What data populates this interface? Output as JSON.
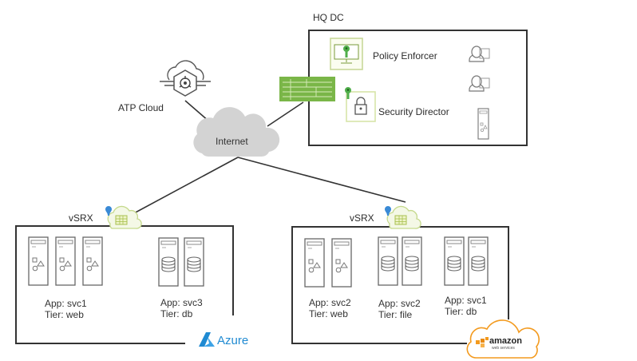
{
  "hq": {
    "title": "HQ DC",
    "policy_enforcer": "Policy Enforcer",
    "security_director": "Security Director",
    "icons": [
      "monitor-icon",
      "lock-icon",
      "user-icon",
      "user-icon",
      "server-icon",
      "firewall-icon"
    ]
  },
  "internet": {
    "label": "Internet"
  },
  "atp": {
    "label": "ATP Cloud",
    "icon": "biohazard-cloud-icon"
  },
  "azure_site": {
    "vsrx_label": "vSRX",
    "brand": "Azure",
    "groups": [
      {
        "app": "App: svc1",
        "tier": "Tier: web",
        "servers": 3,
        "server_type": "app"
      },
      {
        "app": "App: svc3",
        "tier": "Tier: db",
        "servers": 2,
        "server_type": "db"
      }
    ]
  },
  "aws_site": {
    "vsrx_label": "vSRX",
    "brand": "amazon",
    "brand_sub": "web services",
    "groups": [
      {
        "app": "App: svc2",
        "tier": "Tier: web",
        "servers": 2,
        "server_type": "app"
      },
      {
        "app": "App: svc2",
        "tier": "Tier: file",
        "servers": 2,
        "server_type": "db"
      },
      {
        "app": "App: svc1",
        "tier": "Tier: db",
        "servers": 2,
        "server_type": "db"
      }
    ]
  },
  "colors": {
    "green": "#7ab648",
    "light_green": "#c8dc8a",
    "azure_blue": "#1f8ad2",
    "aws_orange": "#f39a1e",
    "line": "#333333",
    "cloud_gray": "#d0d0d0"
  }
}
